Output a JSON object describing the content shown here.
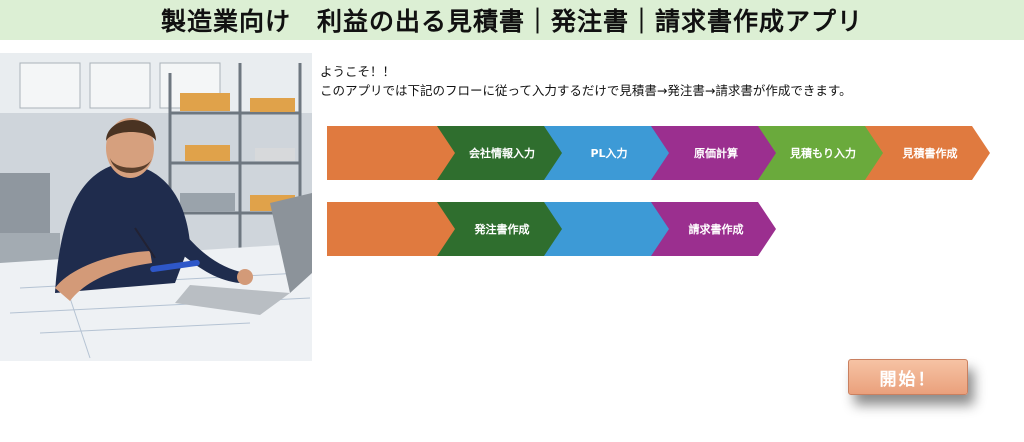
{
  "header": {
    "title": "製造業向け　利益の出る見積書｜発注書｜請求書作成アプリ"
  },
  "intro": {
    "line1": "ようこそ！！",
    "line2": "このアプリでは下記のフローに従って入力するだけで見積書→発注書→請求書が作成できます。"
  },
  "flow_row1": [
    {
      "label": "",
      "color": "#e07a3f"
    },
    {
      "label": "会社情報入力",
      "color": "#2f6e2e"
    },
    {
      "label": "PL入力",
      "color": "#3d9ad6"
    },
    {
      "label": "原価計算",
      "color": "#9b2f8f"
    },
    {
      "label": "見積もり入力",
      "color": "#6aaa3c"
    },
    {
      "label": "見積書作成",
      "color": "#e07a3f"
    }
  ],
  "flow_row2": [
    {
      "label": "",
      "color": "#e07a3f"
    },
    {
      "label": "発注書作成",
      "color": "#2f6e2e"
    },
    {
      "label": "",
      "color": "#3d9ad6"
    },
    {
      "label": "請求書作成",
      "color": "#9b2f8f"
    }
  ],
  "actions": {
    "start_label": "開始！"
  },
  "photo": {
    "icon": "engineer-at-laptop-photo"
  }
}
